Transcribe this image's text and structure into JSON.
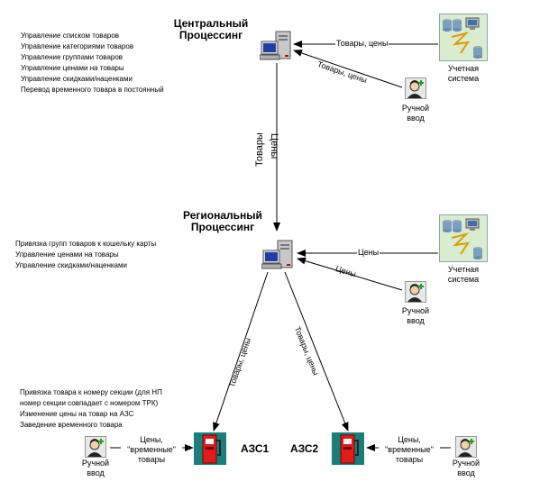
{
  "central": {
    "title": [
      "Центральный",
      "Процессинг"
    ],
    "functions": [
      "Управление списком товаров",
      "Управление категориями товаров",
      "Управление группами товаров",
      "Управление  ценами на товары",
      "Управление скидками/наценками",
      "Перевод временного товара в постоянный"
    ]
  },
  "regional": {
    "title": [
      "Региональный",
      "Процессинг"
    ],
    "functions": [
      "Привязка групп товаров к кошельку карты",
      "Управление ценами на товары",
      "Управление скидками/наценками"
    ]
  },
  "station_functions": [
    "Привязка товара к номеру секции (для НП",
    "номер секции совпадает с номером ТРК)",
    "Изменение цены на товар  на АЗС",
    "Заведение временного товара"
  ],
  "accounting_label": [
    "Учетная",
    "система"
  ],
  "manual_label": [
    "Ручной",
    "ввод"
  ],
  "edges": {
    "central_from_accounting": "Товары, цены",
    "central_from_manual": "Товары, цены",
    "central_to_regional_a": "Товары",
    "central_to_regional_b": "Цены",
    "regional_from_accounting": "Цены",
    "regional_from_manual": "Цены",
    "regional_to_azs1": "Товары, цены",
    "regional_to_azs2": "Товары, цены",
    "manual_to_azs1": [
      "Цены,",
      "\"временные\"",
      "товары"
    ],
    "manual_to_azs2": [
      "Цены,",
      "\"временные\"",
      "товары"
    ]
  },
  "stations": {
    "azs1": "АЗС1",
    "azs2": "АЗС2"
  },
  "colors": {
    "pump_red": "#e21b1b",
    "pump_teal": "#1a7f7a",
    "system_bg": "#d8ecd0"
  }
}
